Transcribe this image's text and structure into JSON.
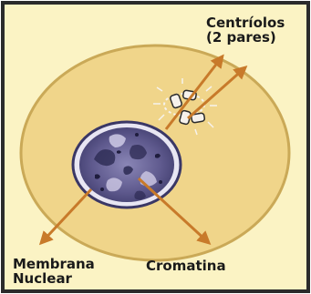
{
  "labels": {
    "centriolos_line1": "Centríolos",
    "centriolos_line2": "(2 pares)",
    "membrana_line1": "Membrana",
    "membrana_line2": "Nuclear",
    "cromatina": "Cromatina"
  },
  "colors": {
    "frame": "#2b2b2b",
    "background": "#fbf3c4",
    "cytoplasm": "#f0d58a",
    "cytoplasm_edge": "#caa957",
    "nucleus": "#6a6597",
    "nucleus_dark": "#2c2a52",
    "nucleus_light": "#cfcbe6",
    "arrow": "#c87a2a",
    "centriole": "#f6f2ec"
  }
}
